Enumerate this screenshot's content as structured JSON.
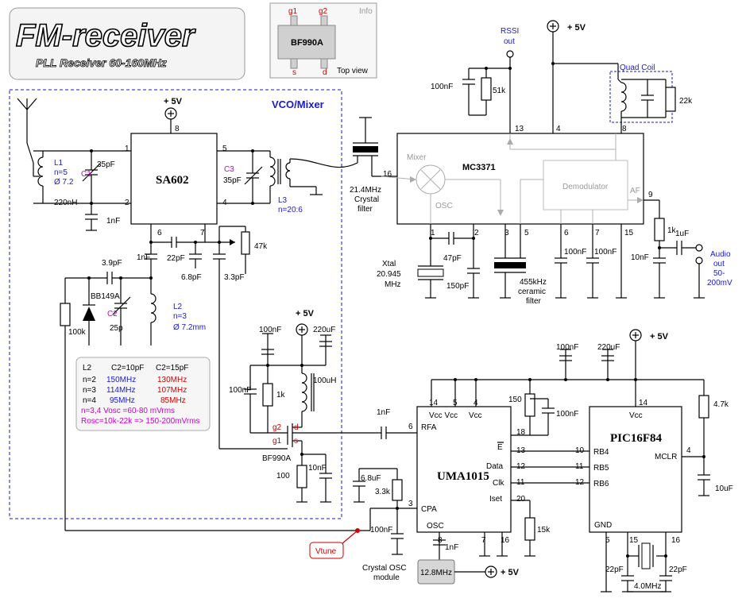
{
  "logo": {
    "title": "FM-receiver",
    "subtitle": "PLL Receiver 60-160MHz"
  },
  "info_box": {
    "label": "Info",
    "part": "BF990A",
    "pins": {
      "g1": "g1",
      "g2": "g2",
      "s": "s",
      "d": "d"
    },
    "view": "Top view"
  },
  "blocks": {
    "vco_mixer": "VCO/Mixer",
    "sa602": "SA602",
    "mc3371": "MC3371",
    "uma1015": "UMA1015",
    "pic": "PIC16F84",
    "mixer": "Mixer",
    "osc": "OSC",
    "demodulator": "Demodulator",
    "af": "AF",
    "osc_module": "12.8MHz"
  },
  "supply": "+ 5V",
  "labels": {
    "rssi": "RSSI",
    "rssi_out": "out",
    "quad_coil": "Quad Coil",
    "crystal_filter_1": "21.4MHz",
    "crystal_filter_2": "Crystal",
    "crystal_filter_3": "filter",
    "xtal_1": "Xtal",
    "xtal_2": "20.945",
    "xtal_3": "MHz",
    "ceramic_1": "455kHz",
    "ceramic_2": "ceramic",
    "ceramic_3": "filter",
    "audio_1": "Audio",
    "audio_2": "out",
    "audio_3": "50-",
    "audio_4": "200mV",
    "vtune": "Vtune",
    "crystal_osc_1": "Crystal OSC",
    "crystal_osc_2": "module",
    "bf990a": "BF990A",
    "bb149a": "BB149A",
    "l1": "L1",
    "l1_n": "n=5",
    "l1_d": "Ø 7.2",
    "c1": "C1",
    "c2": "C2",
    "c3": "C3",
    "l2": "L2",
    "l2_n": "n=3",
    "l2_d": "Ø 7.2mm",
    "l3": "L3",
    "l3_n": "n=20:6",
    "g1": "g1",
    "g2": "g2",
    "d": "d",
    "s": "s",
    "crystal_4mhz": "4.0MHz"
  },
  "components": {
    "c_35pf_a": "35pF",
    "l_220nh": "220nH",
    "c_1nf_a": "1nF",
    "c_35pf_b": "35pF",
    "c_1nf_b": "1nF",
    "c_22pf": "22pF",
    "c_6_8pf": "6.8pF",
    "c_3_3pf": "3.3pF",
    "r_47k": "47k",
    "c_3_9pf": "3.9pF",
    "c_25p": "25p",
    "r_100k": "100k",
    "c_100nf_a": "100nF",
    "r_51k": "51k",
    "r_22k": "22k",
    "c_47pf": "47pF",
    "c_150pf": "150pF",
    "c_100nf_b": "100nF",
    "c_100nf_c": "100nF",
    "r_1k_a": "1k",
    "c_1uf": "1uF",
    "c_10nf_a": "10nF",
    "c_100nf_d": "100nF",
    "c_220uf_a": "220uF",
    "c_100nf_e": "100nF",
    "r_1k_b": "1k",
    "l_100uh": "100uH",
    "c_10nf_b": "10nF",
    "r_100": "100",
    "c_1nf_c": "1nF",
    "c_100nf_f": "100nF",
    "c_220uf_b": "220uF",
    "r_150": "150",
    "c_100nf_g": "100nF",
    "r_4_7k": "4.7k",
    "c_6_8uf": "6.8uF",
    "r_3_3k": "3.3k",
    "c_100nf_h": "100nF",
    "c_1nf_d": "1nF",
    "r_15k": "15k",
    "c_10uf": "10uF",
    "c_22pf_a": "22pF",
    "c_22pf_b": "22pF"
  },
  "pins": {
    "sa602": [
      "1",
      "2",
      "4",
      "5",
      "6",
      "7",
      "8"
    ],
    "mc3371": [
      "16",
      "13",
      "4",
      "8",
      "9",
      "1",
      "2",
      "3",
      "5",
      "6",
      "7",
      "15"
    ],
    "uma1015": {
      "vcc": "Vcc Vcc",
      "vcc2": "Vcc",
      "rfa": "RFA",
      "cpa": "CPA",
      "osc": "OSC",
      "e": "E",
      "data": "Data",
      "clk": "Clk",
      "iset": "Iset",
      "nums": [
        "14",
        "5",
        "4",
        "6",
        "3",
        "18",
        "13",
        "12",
        "11",
        "20",
        "8",
        "7",
        "16"
      ]
    },
    "pic": {
      "vcc": "Vcc",
      "rb4": "RB4",
      "rb5": "RB5",
      "rb6": "RB6",
      "mclr": "MCLR",
      "gnd": "GND",
      "nums": [
        "14",
        "10",
        "11",
        "12",
        "4",
        "5",
        "15",
        "16"
      ]
    }
  },
  "table": {
    "header": [
      "L2",
      "C2=10pF",
      "C2=15pF"
    ],
    "rows": [
      [
        "n=2",
        "150MHz",
        "130MHz"
      ],
      [
        "n=3",
        "114MHz",
        "107MHz"
      ],
      [
        "n=4",
        "95MHz",
        "85MHz"
      ]
    ],
    "note1": "n=3,4 Vosc =60-80 mVrms",
    "note2": "Rosc=10k-22k => 150-200mVrms"
  },
  "colors": {
    "blue": "#1a1acc",
    "red": "#cc0000",
    "magenta": "#cc00cc",
    "dashed": "#1a1acc"
  }
}
